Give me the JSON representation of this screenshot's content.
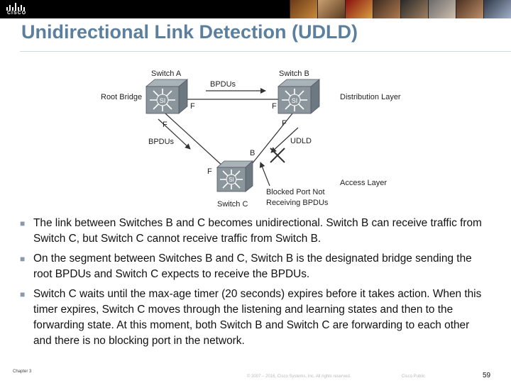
{
  "header": {
    "brand": "CISCO",
    "title": "Unidirectional Link Detection (UDLD)"
  },
  "diagram": {
    "switch_a": "Switch A",
    "switch_b": "Switch B",
    "switch_c": "Switch C",
    "switch_symbol": "SI",
    "root_bridge": "Root Bridge",
    "distribution_layer": "Distribution Layer",
    "access_layer": "Access Layer",
    "bpdus_top": "BPDUs",
    "bpdus_left": "BPDUs",
    "udld": "UDLD",
    "port_f_a_right": "F",
    "port_f_b_left": "F",
    "port_f_a_bottom": "F",
    "port_f_b_bottom": "F",
    "port_f_c": "F",
    "port_b": "B",
    "blocked_line1": "Blocked Port Not",
    "blocked_line2": "Receiving BPDUs"
  },
  "bullets": [
    "The link between Switches B and C becomes unidirectional. Switch B can receive traffic from Switch C, but Switch C cannot receive traffic from Switch B.",
    "On the segment between Switches B and C, Switch B is the designated bridge sending the root BPDUs and Switch C expects to receive the BPDUs.",
    "Switch C waits until the max-age timer (20 seconds) expires before it takes action. When this timer expires, Switch C moves through the listening and learning states and then to the forwarding state. At this moment, both Switch B and Switch C are forwarding to each other and there is no blocking port in the network."
  ],
  "footer": {
    "chapter": "Chapter 3",
    "copyright": "© 2007 – 2016, Cisco Systems, Inc. All rights reserved.",
    "classification": "Cisco Public",
    "page_number": "59"
  },
  "colors": {
    "title": "#5b7f9c",
    "bullet_marker": "#8a9aa8",
    "topbar": "#000000"
  }
}
